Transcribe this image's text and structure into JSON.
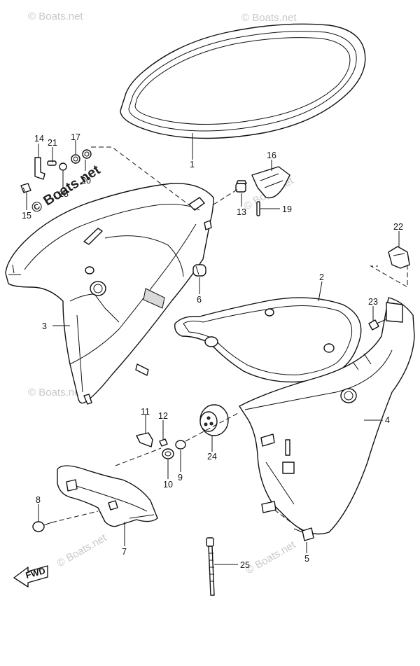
{
  "watermark": "© Boats.net",
  "watermark_bold": "© Boats.net",
  "fwd_label": "FWD",
  "callouts": {
    "c1": "1",
    "c2": "2",
    "c3": "3",
    "c4": "4",
    "c5": "5",
    "c6": "6",
    "c7": "7",
    "c8": "8",
    "c9": "9",
    "c10": "10",
    "c11": "11",
    "c12": "12",
    "c13": "13",
    "c14": "14",
    "c15": "15",
    "c16": "16",
    "c17": "17",
    "c18": "18",
    "c19": "19",
    "c20": "20",
    "c21": "21",
    "c22": "22",
    "c23": "23",
    "c24": "24",
    "c25": "25"
  },
  "colors": {
    "line": "#111111",
    "watermark": "#c8c8c8",
    "background": "#ffffff"
  }
}
